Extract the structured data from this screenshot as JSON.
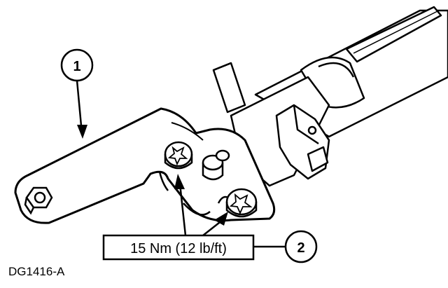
{
  "figure_id": "DG1416-A",
  "callouts": [
    {
      "number": "1"
    },
    {
      "number": "2"
    }
  ],
  "torque_spec": "15 Nm (12 lb/ft)"
}
